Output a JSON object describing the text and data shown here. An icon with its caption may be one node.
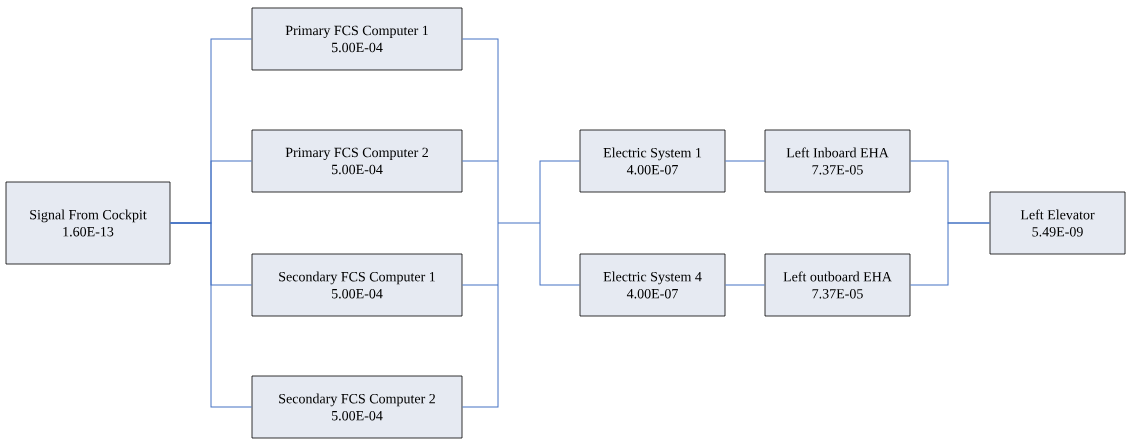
{
  "diagram": {
    "nodes": [
      {
        "text": [
          "Signal From Cockpit",
          "1.60E-13"
        ]
      },
      {
        "text": [
          "Primary FCS Computer 1",
          "5.00E-04"
        ]
      },
      {
        "text": [
          "Primary FCS Computer 2",
          "5.00E-04"
        ]
      },
      {
        "text": [
          "Secondary FCS Computer 1",
          "5.00E-04"
        ]
      },
      {
        "text": [
          "Secondary FCS Computer 2",
          "5.00E-04"
        ]
      },
      {
        "text": [
          "Electric System 1",
          "4.00E-07"
        ]
      },
      {
        "text": [
          "Electric System 4",
          "4.00E-07"
        ]
      },
      {
        "text": [
          "Left Inboard EHA",
          "7.37E-05"
        ]
      },
      {
        "text": [
          "Left outboard EHA",
          "7.37E-05"
        ]
      },
      {
        "text": [
          "Left Elevator",
          "5.49E-09"
        ]
      }
    ],
    "edges": [
      {
        "from": 0,
        "to": 1,
        "arrow": "none"
      },
      {
        "from": 0,
        "to": 2,
        "arrow": "none"
      },
      {
        "from": 0,
        "to": 3,
        "arrow": "none"
      },
      {
        "from": 0,
        "to": 4,
        "arrow": "none"
      },
      {
        "from": 1,
        "to": 5,
        "arrow": "none"
      },
      {
        "from": 1,
        "to": 6,
        "arrow": "none"
      },
      {
        "from": 2,
        "to": 5,
        "arrow": "none"
      },
      {
        "from": 2,
        "to": 6,
        "arrow": "none"
      },
      {
        "from": 3,
        "to": 5,
        "arrow": "none"
      },
      {
        "from": 3,
        "to": 6,
        "arrow": "none"
      },
      {
        "from": 4,
        "to": 5,
        "arrow": "none"
      },
      {
        "from": 4,
        "to": 6,
        "arrow": "none"
      },
      {
        "from": 5,
        "to": 7,
        "arrow": "none"
      },
      {
        "from": 6,
        "to": 8,
        "arrow": "none"
      },
      {
        "from": 7,
        "to": 9,
        "arrow": "none"
      },
      {
        "from": 8,
        "to": 9,
        "arrow": "none"
      }
    ]
  }
}
